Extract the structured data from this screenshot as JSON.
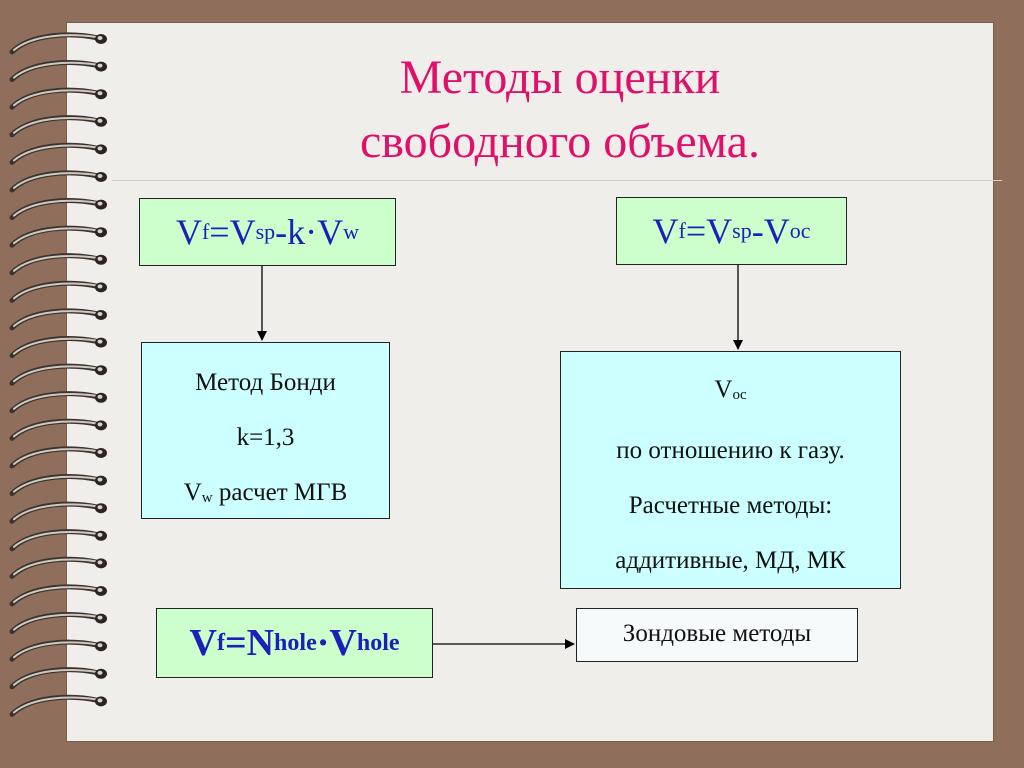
{
  "title": {
    "line1": "Методы оценки",
    "line2": "свободного объема."
  },
  "formula1": {
    "v": "V",
    "f": "f",
    "eq": "=V",
    "sp": "sp",
    "minus_k": "-k·V",
    "w": "w"
  },
  "formula2": {
    "v": "V",
    "f": "f",
    "eq": "=V",
    "sp": "sp",
    "minus": "-V",
    "oc": "oc"
  },
  "formula3": {
    "v": "V",
    "f": "f",
    "eq": "=N",
    "hole1": "hole",
    "dot": "·V",
    "hole2": "hole"
  },
  "bondi": {
    "line1": "Метод Бонди",
    "line2": "k=1,3",
    "line3_v": "V",
    "line3_w": "w",
    "line3_rest": " расчет МГВ"
  },
  "voc": {
    "line1_v": "V",
    "line1_oc": "oc",
    "line2": "по отношению к газу.",
    "line3": "Расчетные методы:",
    "line4": "аддитивные, МД, МК"
  },
  "probe": {
    "label": "Зондовые методы"
  },
  "colors": {
    "title": "#e0106a",
    "formula_text": "#1a20b8",
    "formula_bg": "#ccffcc",
    "info_bg": "#ccffff",
    "page_bg": "#f0eeea",
    "frame": "#8f6e5c"
  }
}
